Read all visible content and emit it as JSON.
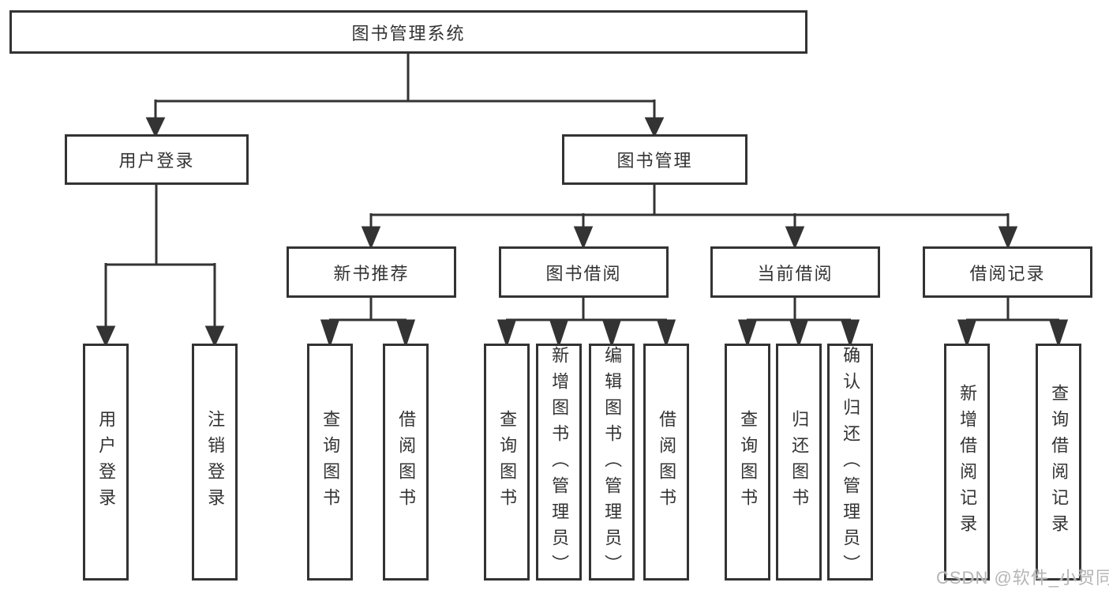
{
  "diagram_title": "图书管理系统",
  "nodes": {
    "root": "图书管理系统",
    "user_login": "用户登录",
    "book_mgmt": "图书管理",
    "new_book_rec": "新书推荐",
    "book_borrow": "图书借阅",
    "current_borrow": "当前借阅",
    "borrow_records": "借阅记录",
    "leaf_user_login": "用户登录",
    "leaf_logout": "注销登录",
    "leaf_query_book_1": "查询图书",
    "leaf_borrow_book_1": "借阅图书",
    "leaf_query_book_2": "查询图书",
    "leaf_add_book_admin": "新增图书（管理员）",
    "leaf_edit_book_admin": "编辑图书（管理员）",
    "leaf_borrow_book_2": "借阅图书",
    "leaf_query_book_3": "查询图书",
    "leaf_return_book": "归还图书",
    "leaf_confirm_return_admin": "确认归还（管理员）",
    "leaf_add_borrow_record": "新增借阅记录",
    "leaf_query_borrow_record": "查询借阅记录"
  },
  "hierarchy": {
    "图书管理系统": {
      "用户登录": [
        "用户登录",
        "注销登录"
      ],
      "图书管理": {
        "新书推荐": [
          "查询图书",
          "借阅图书"
        ],
        "图书借阅": [
          "查询图书",
          "新增图书（管理员）",
          "编辑图书（管理员）",
          "借阅图书"
        ],
        "当前借阅": [
          "查询图书",
          "归还图书",
          "确认归还（管理员）"
        ],
        "借阅记录": [
          "新增借阅记录",
          "查询借阅记录"
        ]
      }
    }
  },
  "watermark": {
    "text": "CSDN @软件_小贺同学"
  },
  "colors": {
    "line": "#333333",
    "box_border": "#333333",
    "text": "#333333",
    "background": "#ffffff",
    "watermark": "#b5b5b5"
  }
}
